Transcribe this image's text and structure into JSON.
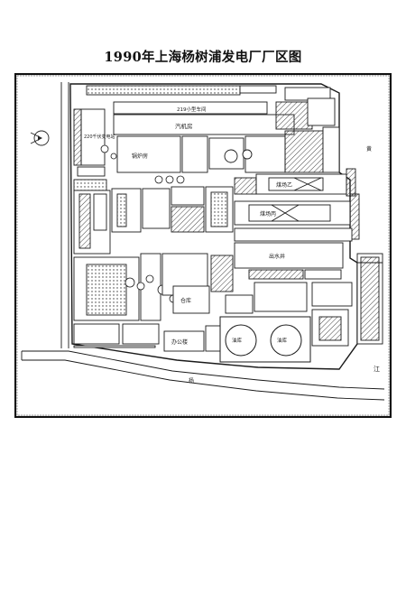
{
  "title": "1990年上海杨树浦发电厂厂区图",
  "map": {
    "labels": {
      "turbine_house": "汽机房",
      "boiler_house": "锅炉房",
      "building_219": "219小型车间",
      "station_220": "220千伏变电站",
      "oil_tank_1": "油库",
      "oil_tank_2": "油库",
      "warehouse": "仓库",
      "office": "办公楼",
      "coal_yard_2": "煤场乙",
      "coal_yard_3": "煤场丙",
      "water_intake": "出水井",
      "road_mark": "杨",
      "river": "江",
      "east_mark": "黄"
    },
    "colors": {
      "ink": "#1a1a1a",
      "paper": "#ffffff",
      "hatch": "#444444"
    }
  }
}
